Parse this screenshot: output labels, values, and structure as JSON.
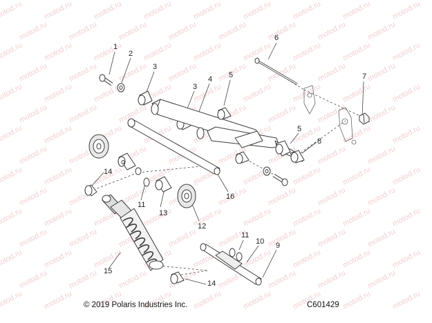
{
  "watermark": "motod.ru",
  "copyright": "© 2019 Polaris Industries Inc.",
  "diagram_code": "C601429",
  "callouts": {
    "c1": "1",
    "c2": "2",
    "c3a": "3",
    "c3b": "3",
    "c4": "4",
    "c5a": "5",
    "c5b": "5",
    "c6": "6",
    "c7": "7",
    "c8": "8",
    "c9": "9",
    "c10": "10",
    "c11a": "11",
    "c11b": "11",
    "c12": "12",
    "c13": "13",
    "c14a": "14",
    "c14b": "14",
    "c15": "15",
    "c16": "16"
  },
  "colors": {
    "line": "#3a3a3a",
    "fill": "#ffffff",
    "shade": "#d8d8d8",
    "watermark": "#f1cfd0"
  }
}
